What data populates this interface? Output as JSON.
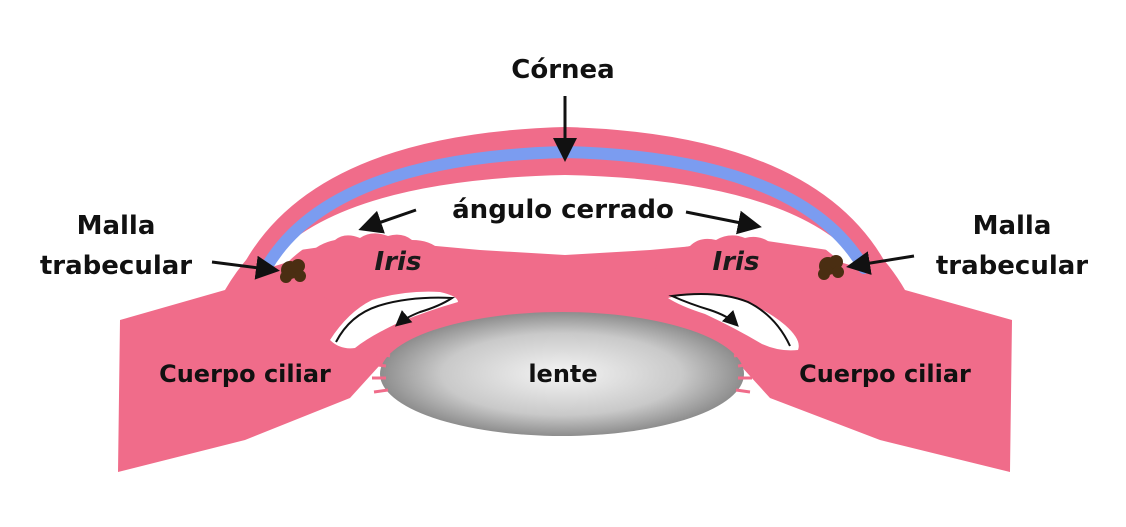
{
  "labels": {
    "cornea": "Córnea",
    "closed_angle": "ángulo cerrado",
    "trabecular_left_line1": "Malla",
    "trabecular_left_line2": "trabecular",
    "trabecular_right_line1": "Malla",
    "trabecular_right_line2": "trabecular",
    "iris_left": "Iris",
    "iris_right": "Iris",
    "ciliary_left": "Cuerpo ciliar",
    "ciliary_right": "Cuerpo ciliar",
    "lens": "lente"
  },
  "colors": {
    "tissue_pink": "#f06c8a",
    "cornea_blue": "#7b9cf0",
    "trabecular_brown": "#4a2e12",
    "lens_dark": "#6e6e6e",
    "lens_light": "#f2f2f2",
    "arrow": "#111111"
  }
}
